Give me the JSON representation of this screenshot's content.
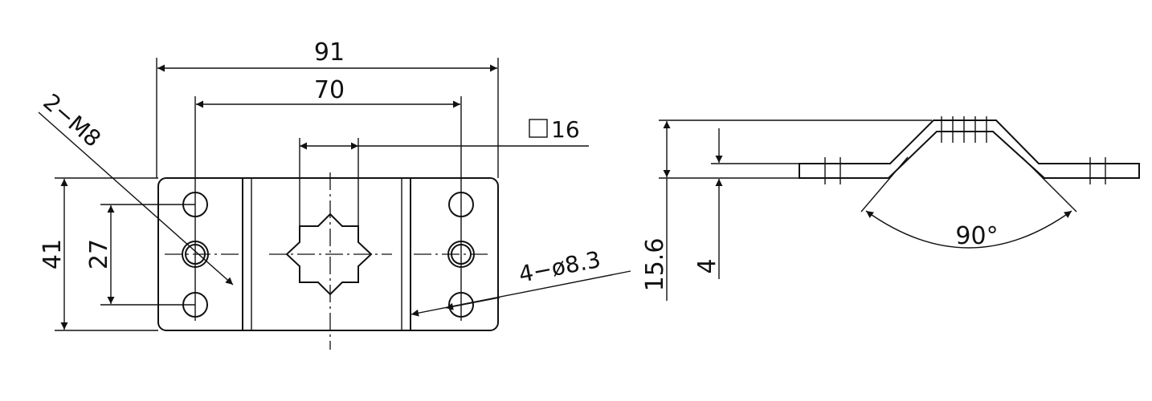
{
  "drawing": {
    "dimensions": {
      "overall_width": "91",
      "hole_spacing": "70",
      "square_hole": "16",
      "height": "41",
      "thread_spacing": "27",
      "thread_callout": "2−M8",
      "hole_callout": "4−ø8.3",
      "total_height": "15.6",
      "thickness": "4",
      "bend_angle": "90°"
    },
    "colors": {
      "ink": "#111111",
      "paper": "#ffffff"
    }
  }
}
